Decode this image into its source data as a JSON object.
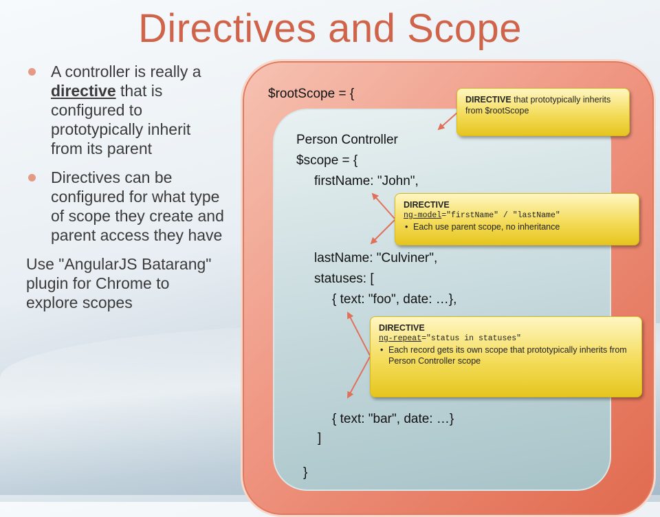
{
  "title": "Directives and Scope",
  "bullets": [
    {
      "before": "A controller is really a ",
      "emph": "directive",
      "after": " that is configured to prototypically inherit from its parent"
    },
    {
      "text": "Directives can be configured for what type of scope they create and parent access they have"
    }
  ],
  "note": "Use \"AngularJS Batarang\" plugin for Chrome to explore scopes",
  "code": {
    "root_open": "$rootScope = {",
    "controller": "Person Controller",
    "scope_open": "$scope = {",
    "first_name": "firstName: \"John\",",
    "last_name": "lastName: \"Culviner\",",
    "statuses_open": "statuses: [",
    "status_foo": "{ text: \"foo\", date: …},",
    "status_bar": "{ text: \"bar\", date: …}",
    "array_close": "]",
    "brace_close": "}"
  },
  "callouts": {
    "root": {
      "keyword": "DIRECTIVE",
      "text": " that prototypically inherits from $rootScope"
    },
    "model": {
      "keyword": "DIRECTIVE",
      "attr_name": "ng-model",
      "attr_value": "=\"firstName\" / \"lastName\"",
      "point": "Each use parent scope, no inheritance"
    },
    "repeat": {
      "keyword": "DIRECTIVE",
      "attr_name": "ng-repeat",
      "attr_value": "=\"status in statuses\"",
      "point": "Each record gets its own scope that prototypically inherits from Person Controller scope"
    }
  },
  "colors": {
    "title": "#d0644a",
    "outer_scope": "#ef9682",
    "inner_scope": "#c7dadd",
    "callout": "#f4dc5a",
    "arrow": "#e0705a"
  }
}
